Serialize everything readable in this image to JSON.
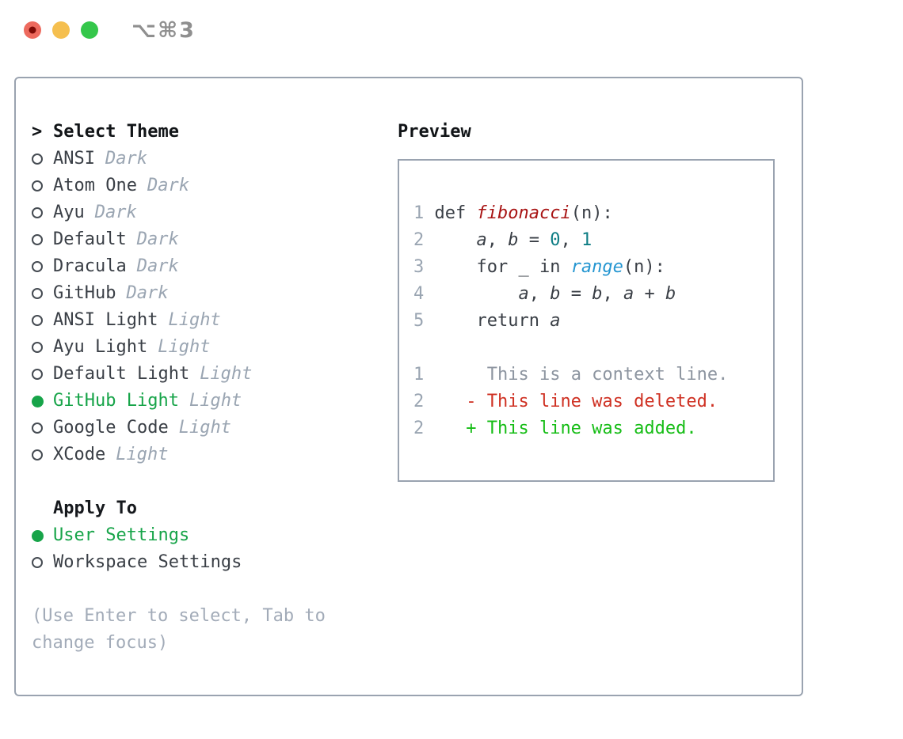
{
  "titlebar": {
    "shortcut": "⌥⌘3"
  },
  "colors": {
    "accent_green": "#17a449",
    "diff_added_green": "#16bd16",
    "diff_deleted_red": "#cf3123",
    "function_red": "#a81414",
    "number_teal": "#0f7e85",
    "call_blue": "#2596d1",
    "muted_gray": "#9aa5b2",
    "border_gray": "#9aa3b0",
    "text_dark": "#3a3f46",
    "traffic_red": "#ed6a5e",
    "traffic_yellow": "#f5bf4f",
    "traffic_green": "#35c74b"
  },
  "theme_picker": {
    "prompt": ">",
    "title": "Select Theme",
    "items": [
      {
        "name": "ANSI",
        "variant": "Dark",
        "selected": false
      },
      {
        "name": "Atom One",
        "variant": "Dark",
        "selected": false
      },
      {
        "name": "Ayu",
        "variant": "Dark",
        "selected": false
      },
      {
        "name": "Default",
        "variant": "Dark",
        "selected": false
      },
      {
        "name": "Dracula",
        "variant": "Dark",
        "selected": false
      },
      {
        "name": "GitHub",
        "variant": "Dark",
        "selected": false
      },
      {
        "name": "ANSI Light",
        "variant": "Light",
        "selected": false
      },
      {
        "name": "Ayu Light",
        "variant": "Light",
        "selected": false
      },
      {
        "name": "Default Light",
        "variant": "Light",
        "selected": false
      },
      {
        "name": "GitHub Light",
        "variant": "Light",
        "selected": true
      },
      {
        "name": "Google Code",
        "variant": "Light",
        "selected": false
      },
      {
        "name": "XCode",
        "variant": "Light",
        "selected": false
      }
    ],
    "apply_to": {
      "title": "Apply To",
      "options": [
        {
          "label": "User Settings",
          "selected": true
        },
        {
          "label": "Workspace Settings",
          "selected": false
        }
      ]
    },
    "help_lines": [
      "(Use Enter to select, Tab to",
      "change focus)"
    ]
  },
  "preview": {
    "title": "Preview",
    "lines": [
      {
        "segments": [
          {
            "text": "1 ",
            "style": "ln"
          },
          {
            "text": "def ",
            "style": "plain"
          },
          {
            "text": "fibonacci",
            "style": "func"
          },
          {
            "text": "(n):",
            "style": "plain"
          }
        ]
      },
      {
        "segments": [
          {
            "text": "2 ",
            "style": "ln"
          },
          {
            "text": "    ",
            "style": "plain"
          },
          {
            "text": "a",
            "style": "var"
          },
          {
            "text": ", ",
            "style": "plain"
          },
          {
            "text": "b",
            "style": "var"
          },
          {
            "text": " = ",
            "style": "plain"
          },
          {
            "text": "0",
            "style": "num"
          },
          {
            "text": ", ",
            "style": "plain"
          },
          {
            "text": "1",
            "style": "num"
          }
        ]
      },
      {
        "segments": [
          {
            "text": "3 ",
            "style": "ln"
          },
          {
            "text": "    for _ in ",
            "style": "plain"
          },
          {
            "text": "range",
            "style": "call"
          },
          {
            "text": "(n):",
            "style": "plain"
          }
        ]
      },
      {
        "segments": [
          {
            "text": "4 ",
            "style": "ln"
          },
          {
            "text": "        ",
            "style": "plain"
          },
          {
            "text": "a",
            "style": "var"
          },
          {
            "text": ", ",
            "style": "plain"
          },
          {
            "text": "b",
            "style": "var"
          },
          {
            "text": " = ",
            "style": "plain"
          },
          {
            "text": "b",
            "style": "var"
          },
          {
            "text": ", ",
            "style": "plain"
          },
          {
            "text": "a",
            "style": "var"
          },
          {
            "text": " + ",
            "style": "plain"
          },
          {
            "text": "b",
            "style": "var"
          }
        ]
      },
      {
        "segments": [
          {
            "text": "5 ",
            "style": "ln"
          },
          {
            "text": "    return ",
            "style": "plain"
          },
          {
            "text": "a",
            "style": "var"
          }
        ]
      },
      {
        "segments": []
      },
      {
        "segments": [
          {
            "text": "1",
            "style": "ln"
          },
          {
            "text": "      ",
            "style": "plain"
          },
          {
            "text": "This is a context line.",
            "style": "ctx"
          }
        ]
      },
      {
        "segments": [
          {
            "text": "2",
            "style": "ln"
          },
          {
            "text": "    ",
            "style": "plain"
          },
          {
            "text": "- This line was deleted.",
            "style": "del"
          }
        ]
      },
      {
        "segments": [
          {
            "text": "2",
            "style": "ln"
          },
          {
            "text": "    ",
            "style": "plain"
          },
          {
            "text": "+ This line was added.",
            "style": "add"
          }
        ]
      }
    ]
  }
}
